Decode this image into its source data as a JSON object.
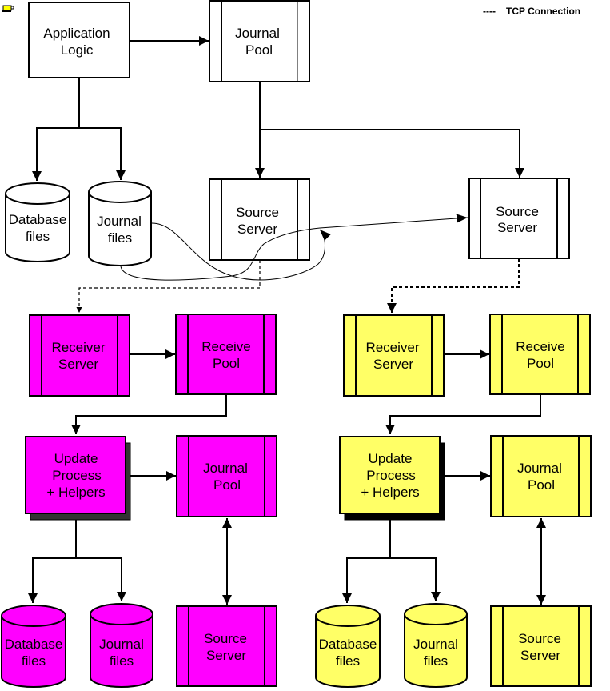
{
  "legend": {
    "line_style": "----",
    "label": "TCP Connection"
  },
  "colors": {
    "primary_fill": "#ffffff",
    "secondary_a_fill": "#ff00ff",
    "secondary_a_shadow": "#333333",
    "secondary_b_fill": "#ffff66",
    "secondary_b_shadow": "#000000",
    "stroke": "#000000",
    "icon_fill": "#ffff00"
  },
  "primary": {
    "application_logic": [
      "Application",
      "Logic"
    ],
    "journal_pool": [
      "Journal",
      "Pool"
    ],
    "database_files": [
      "Database",
      "files"
    ],
    "journal_files": [
      "Journal",
      "files"
    ],
    "source_server_1": [
      "Source",
      "Server"
    ],
    "source_server_2": [
      "Source",
      "Server"
    ]
  },
  "secondary_a": {
    "receiver_server": [
      "Receiver",
      "Server"
    ],
    "receive_pool": [
      "Receive",
      "Pool"
    ],
    "update_process": [
      "Update",
      "Process",
      "+ Helpers"
    ],
    "journal_pool": [
      "Journal",
      "Pool"
    ],
    "database_files": [
      "Database",
      "files"
    ],
    "journal_files": [
      "Journal",
      "files"
    ],
    "source_server": [
      "Source",
      "Server"
    ]
  },
  "secondary_b": {
    "receiver_server": [
      "Receiver",
      "Server"
    ],
    "receive_pool": [
      "Receive",
      "Pool"
    ],
    "update_process": [
      "Update",
      "Process",
      "+ Helpers"
    ],
    "journal_pool": [
      "Journal",
      "Pool"
    ],
    "database_files": [
      "Database",
      "files"
    ],
    "journal_files": [
      "Journal",
      "files"
    ],
    "source_server": [
      "Source",
      "Server"
    ]
  }
}
